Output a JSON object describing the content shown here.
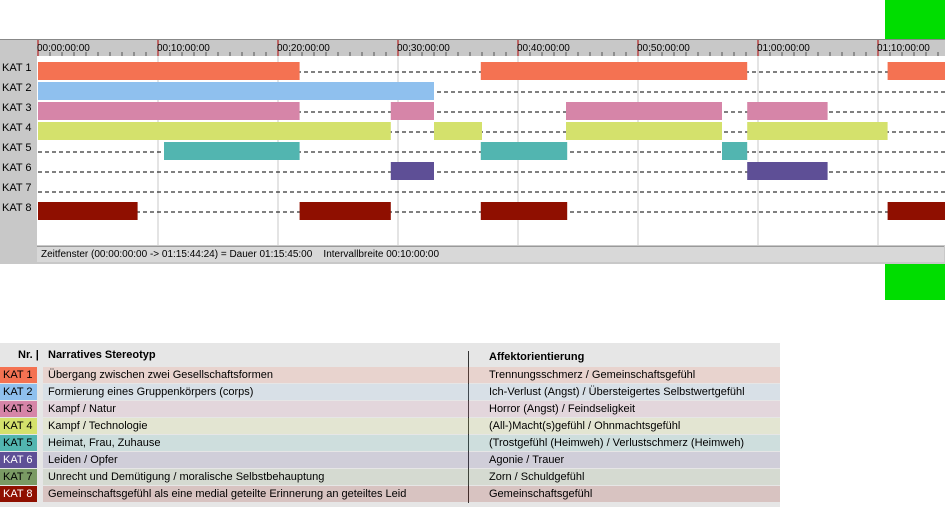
{
  "colors": {
    "kat1": "#f47252",
    "kat2": "#8fc0ee",
    "kat3": "#d685a8",
    "kat4": "#d4e16c",
    "kat5": "#52b5b0",
    "kat6": "#5e4f96",
    "kat7": "#7a9a64",
    "kat8": "#8f0f00"
  },
  "chart_data": {
    "type": "timeline",
    "x_unit": "minutes",
    "xlim": [
      0,
      75.74
    ],
    "x_ticks": [
      "00:00:00:00",
      "00:10:00:00",
      "00:20:00:00",
      "00:30:00:00",
      "00:40:00:00",
      "00:50:00:00",
      "01:00:00:00",
      "01:10:00:00"
    ],
    "categories": [
      "KAT 1",
      "KAT 2",
      "KAT 3",
      "KAT 4",
      "KAT 5",
      "KAT 6",
      "KAT 7",
      "KAT 8"
    ],
    "series": [
      {
        "name": "KAT 1",
        "segments": [
          [
            0,
            21.8
          ],
          [
            36.9,
            59.1
          ],
          [
            70.8,
            75.74
          ]
        ]
      },
      {
        "name": "KAT 2",
        "segments": [
          [
            0,
            33
          ]
        ]
      },
      {
        "name": "KAT 3",
        "segments": [
          [
            0,
            21.8
          ],
          [
            29.4,
            33
          ],
          [
            44,
            57
          ],
          [
            59.1,
            65.8
          ]
        ]
      },
      {
        "name": "KAT 4",
        "segments": [
          [
            0,
            29.4
          ],
          [
            33,
            37
          ],
          [
            44,
            57
          ],
          [
            59.1,
            70.8
          ]
        ]
      },
      {
        "name": "KAT 5",
        "segments": [
          [
            10.5,
            21.8
          ],
          [
            36.9,
            44.1
          ],
          [
            57,
            59.1
          ]
        ]
      },
      {
        "name": "KAT 6",
        "segments": [
          [
            29.4,
            33
          ],
          [
            59.1,
            65.8
          ]
        ]
      },
      {
        "name": "KAT 7",
        "segments": []
      },
      {
        "name": "KAT 8",
        "segments": [
          [
            0,
            8.3
          ],
          [
            21.8,
            29.4
          ],
          [
            36.9,
            44.1
          ],
          [
            70.8,
            75.74
          ]
        ]
      }
    ]
  },
  "status": {
    "text": "Zeitfenster (00:00:00:00 -> 01:15:44:24) = Dauer 01:15:45:00    Intervallbreite 00:10:00:00"
  },
  "legend": {
    "header": {
      "nr": "Nr. |",
      "stereotyp": "Narratives Stereotyp",
      "affekt": "Affektorientierung"
    },
    "rows": [
      {
        "nr": "KAT 1",
        "stereotyp": "Übergang zwischen zwei Gesellschaftsformen",
        "affekt": "Trennungsschmerz / Gemeinschaftsgefühl"
      },
      {
        "nr": "KAT 2",
        "stereotyp": "Formierung eines Gruppenkörpers (corps)",
        "affekt": "Ich-Verlust (Angst) / Übersteigertes Selbstwertgefühl"
      },
      {
        "nr": "KAT 3",
        "stereotyp": "Kampf / Natur",
        "affekt": "Horror (Angst) / Feindseligkeit"
      },
      {
        "nr": "KAT 4",
        "stereotyp": "Kampf / Technologie",
        "affekt": "(All-)Macht(s)gefühl / Ohnmachtsgefühl"
      },
      {
        "nr": "KAT 5",
        "stereotyp": "Heimat, Frau, Zuhause",
        "affekt": "(Trostgefühl (Heimweh) / Verlustschmerz (Heimweh)"
      },
      {
        "nr": "KAT 6",
        "stereotyp": "Leiden / Opfer",
        "affekt": "Agonie / Trauer"
      },
      {
        "nr": "KAT 7",
        "stereotyp": "Unrecht und Demütigung / moralische Selbstbehauptung",
        "affekt": "Zorn / Schuldgefühl"
      },
      {
        "nr": "KAT 8",
        "stereotyp": "Gemeinschaftsgefühl als eine medial geteilte Erinnerung an geteiltes Leid",
        "affekt": "Gemeinschaftsgefühl"
      }
    ]
  }
}
